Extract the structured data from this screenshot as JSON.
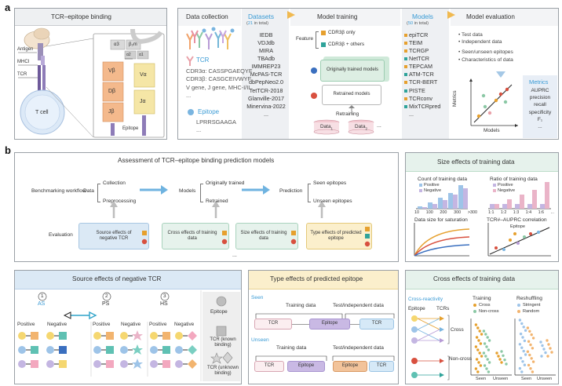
{
  "panel_a": {
    "letter": "a",
    "tcr_binding": {
      "title": "TCR–epitope binding",
      "labels": {
        "antigen": "Antigen",
        "mhci": "MHCI",
        "tcr": "TCR",
        "tcell": "T cell",
        "epitope": "Epitope"
      },
      "chains": {
        "vb": "Vβ",
        "db": "Dβ",
        "jb": "Jβ",
        "va": "Vα",
        "ja": "Jα",
        "a3": "α3",
        "b2m": "β₂m",
        "a2": "α2",
        "a1": "α1"
      }
    },
    "data_collection": {
      "title": "Data collection",
      "tcr_label": "TCR",
      "tcr_lines": [
        "CDR3α: CASSPGAEQYF",
        "CDR3β: CASGCEIVWYF",
        "V gene, J gene, MHC-I/II",
        "..."
      ],
      "epitope_label": "Epitope",
      "epitope_lines": [
        "LPRRSGAAGA",
        "..."
      ]
    },
    "datasets": {
      "title": "Datasets",
      "subtitle_count": "21",
      "subtitle_rest": " in total)",
      "subtitle_open": "(",
      "items": [
        "IEDB",
        "VDJdb",
        "MIRA",
        "TBAdb",
        "IMMREP23",
        "McPAS-TCR",
        "dbPepNeo2.0",
        "TetTCR-2018",
        "Glanville-2017",
        "Minervina-2022",
        "..."
      ]
    },
    "model_training": {
      "title": "Model training",
      "feature_label": "Feature",
      "feature_opts": [
        "CDR3β only",
        "CDR3β + others"
      ],
      "original_box": "Originally trained models",
      "retrained_box": "Retrained models",
      "retraining_label": "Retraining",
      "data1": "Data",
      "data1_sub": "1",
      "data2": "Data",
      "data2_sub": "2",
      "ellipsis": "..."
    },
    "models": {
      "title": "Models",
      "subtitle_open": "(",
      "subtitle_count": "50",
      "subtitle_rest": " in total)",
      "items": [
        "epiTCR",
        "TEIM",
        "TCRGP",
        "NetTCR",
        "TEPCAM",
        "ATM-TCR",
        "TCR-BERT",
        "PISTE",
        "TCRconv",
        "MixTCRpred",
        "..."
      ]
    },
    "evaluation": {
      "title": "Model evaluation",
      "bullets": [
        "Test data",
        "Independent data",
        "Seen/unseen epitopes",
        "Characteristics of data"
      ],
      "metrics_title": "Metrics",
      "metrics": [
        "AUPRC",
        "precision",
        "recall",
        "specificity",
        "F₁",
        "..."
      ],
      "axis_y": "Metrics",
      "axis_x": "Models"
    }
  },
  "panel_b": {
    "letter": "b",
    "assessment": {
      "title": "Assessment of TCR–epitope binding prediction models",
      "row_benchmark": "Benchmarking workflow",
      "data": "Data",
      "collection": "Collection",
      "preprocessing": "Preprocessing",
      "models": "Models",
      "orig_trained": "Originally trained",
      "retrained": "Retrained",
      "prediction": "Prediction",
      "seen_ep": "Seen epitopes",
      "unseen_ep": "Unseen epitopes",
      "row_eval": "Evaluation",
      "source_box": "Source effects of negative TCR",
      "cross_box": "Cross effects of training data",
      "size_box": "Size effects of training data",
      "type_box": "Type effects of predicted epitope",
      "ellipsis": "..."
    },
    "size_effects": {
      "title": "Size effects of training data",
      "count_title": "Count of training data",
      "ratio_title": "Ratio of training data",
      "legend_pos": "Positive",
      "legend_neg": "Negative",
      "count_ticks": [
        "10",
        "100",
        "200",
        "300",
        ">300"
      ],
      "ratio_ticks": [
        "1:1",
        "1:2",
        "1:3",
        "1:4",
        "1:6",
        "..."
      ],
      "saturation_title": "Data size for saturation",
      "correlation_title": "TCR#–AUPRC correlation",
      "epitope_label": "Epitope"
    },
    "source_effects": {
      "title": "Source effects of negative TCR",
      "num1": "1",
      "num2": "2",
      "num3": "3",
      "as": "AS",
      "ps": "PS",
      "hs": "HS",
      "positive": "Positive",
      "negative": "Negative",
      "legend_epitope": "Epitope",
      "legend_tcr_known": "TCR (known binding)",
      "legend_tcr_unknown": "TCR (unknown binding)"
    },
    "type_effects": {
      "title": "Type effects of predicted epitope",
      "seen": "Seen",
      "unseen": "Unseen",
      "training_data": "Training data",
      "test_data": "Test/independent data",
      "tcr": "TCR",
      "epitope": "Epitope"
    },
    "cross_effects": {
      "title": "Cross effects of training data",
      "cross_reactivity": "Cross-reactivity",
      "epitope": "Epitope",
      "tcrs": "TCRs",
      "cross": "Cross",
      "non_cross": "Non-cross",
      "training": "Training",
      "reshuffling": "Reshuffling",
      "legend_cross": "Cross",
      "legend_noncross": "Non-cross",
      "legend_stringent": "Stringent",
      "legend_random": "Random",
      "seen": "Seen",
      "unseen": "Unseen"
    }
  },
  "colors": {
    "blue_accent": "#3a9bd5",
    "green_bg": "#e6f2ec",
    "blue_bg": "#dbe9f5",
    "yellow_bg": "#fbefcc",
    "orange": "#e6a02e",
    "red": "#d8503f",
    "teal": "#2fa39a",
    "purple": "#b6a8d6",
    "pink": "#ebb4c9"
  }
}
